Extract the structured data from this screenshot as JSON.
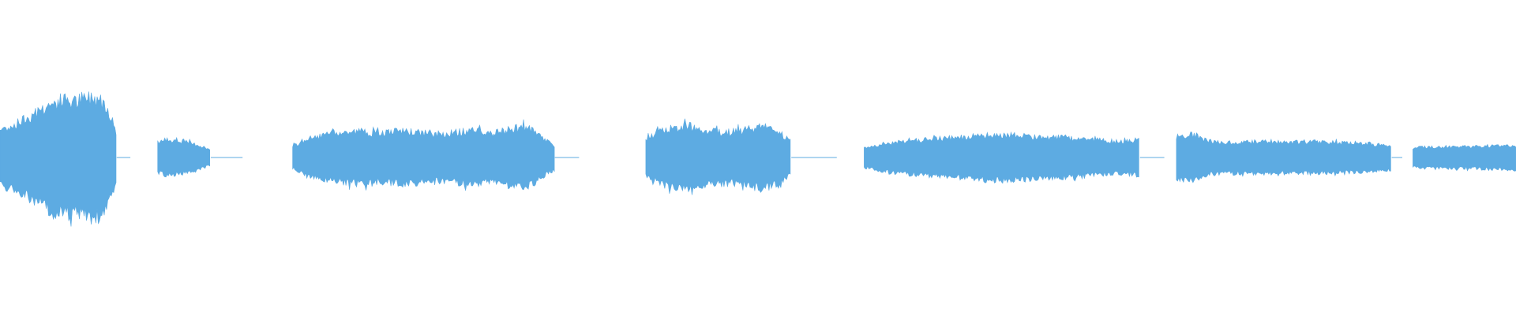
{
  "waveform": {
    "color": "#5dabe2",
    "background": "#ffffff",
    "segments": [
      {
        "start": 0.0,
        "end": 0.077,
        "profile": [
          0.46,
          0.52,
          0.6,
          0.7,
          0.82,
          0.9,
          0.96,
          0.92,
          0.98,
          1.0,
          0.9,
          0.4
        ]
      },
      {
        "start": 0.104,
        "end": 0.139,
        "profile": [
          0.26,
          0.3,
          0.28,
          0.24,
          0.2,
          0.12
        ]
      },
      {
        "start": 0.193,
        "end": 0.366,
        "profile": [
          0.18,
          0.3,
          0.36,
          0.4,
          0.42,
          0.44,
          0.4,
          0.42,
          0.44,
          0.42,
          0.38,
          0.4,
          0.42,
          0.46,
          0.4,
          0.42,
          0.48,
          0.5,
          0.34,
          0.2
        ]
      },
      {
        "start": 0.426,
        "end": 0.522,
        "profile": [
          0.3,
          0.44,
          0.5,
          0.52,
          0.46,
          0.44,
          0.42,
          0.46,
          0.52,
          0.44,
          0.28
        ]
      },
      {
        "start": 0.57,
        "end": 0.752,
        "profile": [
          0.16,
          0.22,
          0.26,
          0.28,
          0.3,
          0.32,
          0.34,
          0.36,
          0.38,
          0.38,
          0.36,
          0.34,
          0.34,
          0.32,
          0.3,
          0.28,
          0.26,
          0.3
        ]
      },
      {
        "start": 0.776,
        "end": 0.918,
        "profile": [
          0.34,
          0.4,
          0.28,
          0.26,
          0.26,
          0.26,
          0.27,
          0.26,
          0.26,
          0.26,
          0.25,
          0.24,
          0.24,
          0.22,
          0.2
        ]
      },
      {
        "start": 0.932,
        "end": 1.0,
        "profile": [
          0.16,
          0.18,
          0.18,
          0.18,
          0.18,
          0.19,
          0.2,
          0.2
        ]
      }
    ],
    "silence_segments": [
      {
        "start": 0.077,
        "end": 0.086
      },
      {
        "start": 0.139,
        "end": 0.16
      },
      {
        "start": 0.366,
        "end": 0.382
      },
      {
        "start": 0.522,
        "end": 0.552
      },
      {
        "start": 0.752,
        "end": 0.768
      },
      {
        "start": 0.918,
        "end": 0.925
      }
    ]
  }
}
